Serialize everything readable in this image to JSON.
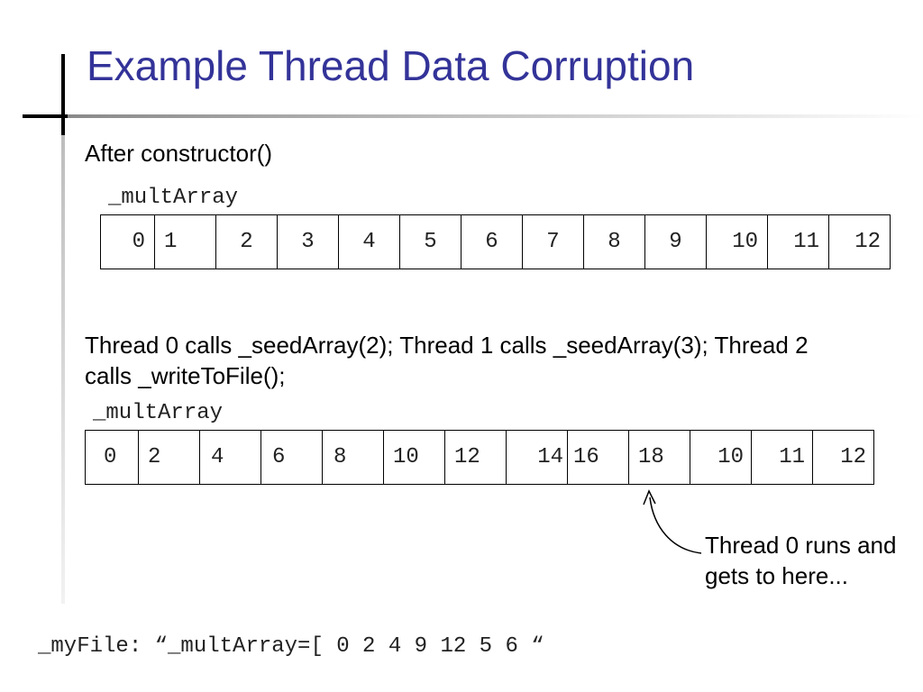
{
  "title": "Example Thread Data Corruption",
  "section1": {
    "heading": "After constructor()",
    "array_label": "_multArray",
    "cells": [
      "0",
      "1",
      "2",
      "3",
      "4",
      "5",
      "6",
      "7",
      "8",
      "9",
      "10",
      "11",
      "12"
    ]
  },
  "section2": {
    "heading_line1": "Thread 0 calls _seedArray(2); Thread 1 calls _seedArray(3); Thread 2",
    "heading_line2": "calls _writeToFile();",
    "array_label": "_multArray",
    "cells": [
      "0",
      "2",
      "4",
      "6",
      "8",
      "10",
      "12",
      "14",
      "16",
      "18",
      "10",
      "11",
      "12"
    ]
  },
  "annotation": {
    "line1": "Thread 0 runs and",
    "line2": "gets to here..."
  },
  "file_line": "_myFile: “_multArray=[ 0 2 4 9 12 5 6 “"
}
